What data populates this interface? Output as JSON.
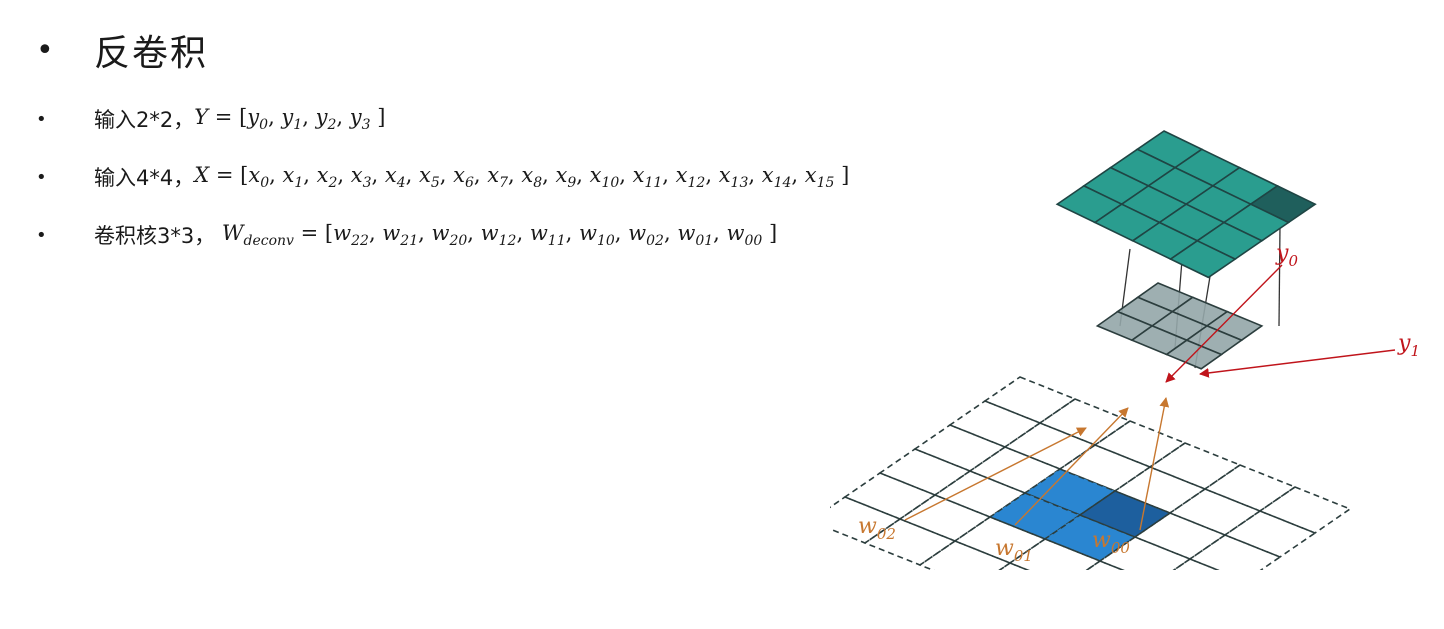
{
  "slide": {
    "bullet_char": "•",
    "title": "反卷积"
  },
  "bullets": [
    {
      "label": "输入2*2",
      "separator": "，",
      "lhs": "Y",
      "lhs_sub": "",
      "items": [
        {
          "base": "y",
          "sub": "0"
        },
        {
          "base": "y",
          "sub": "1"
        },
        {
          "base": "y",
          "sub": "2"
        },
        {
          "base": "y",
          "sub": "3"
        }
      ]
    },
    {
      "label": "输入4*4",
      "separator": "，",
      "lhs": "X",
      "lhs_sub": "",
      "items": [
        {
          "base": "x",
          "sub": "0"
        },
        {
          "base": "x",
          "sub": "1"
        },
        {
          "base": "x",
          "sub": "2"
        },
        {
          "base": "x",
          "sub": "3"
        },
        {
          "base": "x",
          "sub": "4"
        },
        {
          "base": "x",
          "sub": "5"
        },
        {
          "base": "x",
          "sub": "6"
        },
        {
          "base": "x",
          "sub": "7"
        },
        {
          "base": "x",
          "sub": "8"
        },
        {
          "base": "x",
          "sub": "9"
        },
        {
          "base": "x",
          "sub": "10"
        },
        {
          "base": "x",
          "sub": "11"
        },
        {
          "base": "x",
          "sub": "12"
        },
        {
          "base": "x",
          "sub": "13"
        },
        {
          "base": "x",
          "sub": "14"
        },
        {
          "base": "x",
          "sub": "15"
        }
      ]
    },
    {
      "label": "卷积核3*3",
      "separator": "， ",
      "lhs": "W",
      "lhs_sub": "deconv",
      "items": [
        {
          "base": "w",
          "sub": "22"
        },
        {
          "base": "w",
          "sub": "21"
        },
        {
          "base": "w",
          "sub": "20"
        },
        {
          "base": "w",
          "sub": "12"
        },
        {
          "base": "w",
          "sub": "11"
        },
        {
          "base": "w",
          "sub": "10"
        },
        {
          "base": "w",
          "sub": "02"
        },
        {
          "base": "w",
          "sub": "01"
        },
        {
          "base": "w",
          "sub": "00"
        }
      ]
    }
  ],
  "diagram": {
    "top_grid": {
      "rows": 4,
      "cols": 4,
      "fill": "#2a9d8f",
      "highlight_fill": "#1f5f5c",
      "highlight_cell": [
        0,
        3
      ]
    },
    "kernel_grid": {
      "rows": 3,
      "cols": 3,
      "fill": "#94a6a8"
    },
    "input_grid": {
      "rows": 6,
      "cols": 6,
      "style": "dashed"
    },
    "input_fill": "#2a86d1",
    "overlap_fill": "#1d5f9e",
    "labels": [
      {
        "id": "y0",
        "base": "y",
        "sub": "0",
        "color": "#c0141b"
      },
      {
        "id": "y1",
        "base": "y",
        "sub": "1",
        "color": "#c0141b"
      },
      {
        "id": "w02",
        "base": "w",
        "sub": "02",
        "color": "#c7772f"
      },
      {
        "id": "w01",
        "base": "w",
        "sub": "01",
        "color": "#c7772f"
      },
      {
        "id": "w00",
        "base": "w",
        "sub": "00",
        "color": "#c7772f"
      }
    ]
  }
}
